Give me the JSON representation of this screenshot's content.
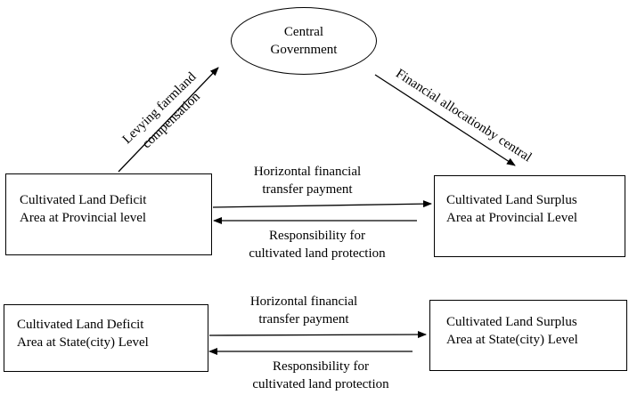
{
  "central": {
    "line1": "Central",
    "line2": "Government"
  },
  "levying": {
    "line1": "Levying farmland",
    "line2": "compensation"
  },
  "allocation": {
    "label": "Financial allocationby central"
  },
  "provincial": {
    "deficit": {
      "line1": "Cultivated Land Deficit",
      "line2": "Area at Provincial level"
    },
    "surplus": {
      "line1": "Cultivated Land Surplus",
      "line2": "Area at Provincial Level"
    },
    "transfer": {
      "line1": "Horizontal financial",
      "line2": "transfer payment"
    },
    "responsibility": {
      "line1": "Responsibility for",
      "line2": "cultivated land protection"
    }
  },
  "state": {
    "deficit": {
      "line1": "Cultivated Land Deficit",
      "line2": "Area at State(city) Level"
    },
    "surplus": {
      "line1": "Cultivated Land Surplus",
      "line2": "Area at State(city) Level"
    },
    "transfer": {
      "line1": "Horizontal financial",
      "line2": "transfer payment"
    },
    "responsibility": {
      "line1": "Responsibility for",
      "line2": "cultivated land protection"
    }
  }
}
